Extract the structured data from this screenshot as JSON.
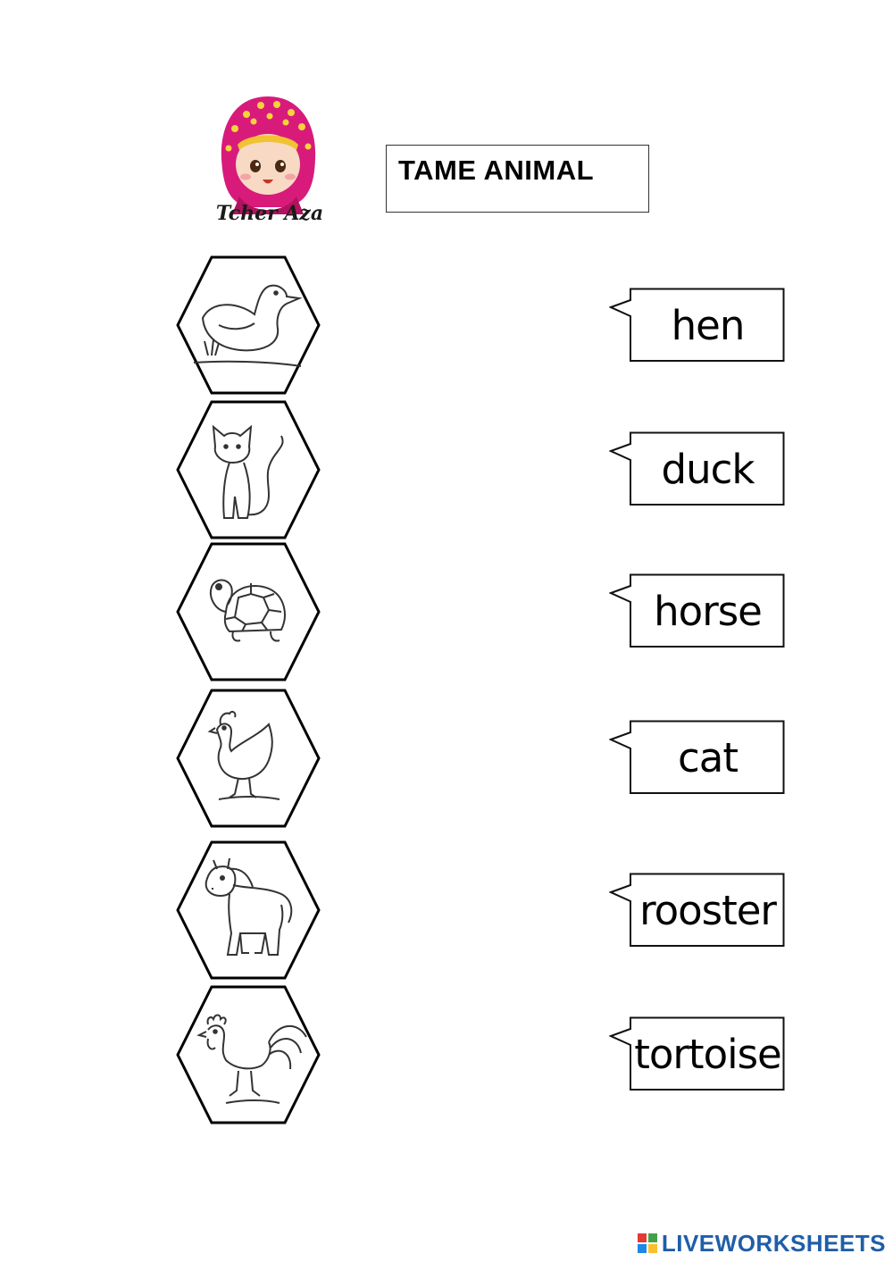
{
  "author_signature": "Tcher Aza",
  "title": "TAME ANIMAL",
  "pictures": [
    {
      "icon": "duck-icon"
    },
    {
      "icon": "cat-icon"
    },
    {
      "icon": "tortoise-icon"
    },
    {
      "icon": "hen-icon"
    },
    {
      "icon": "horse-icon"
    },
    {
      "icon": "rooster-icon"
    }
  ],
  "words": [
    "hen",
    "duck",
    "horse",
    "cat",
    "rooster",
    "tortoise"
  ],
  "footer": {
    "brand": "LIVEWORKSHEETS",
    "brand_color": "#1f5ea8"
  }
}
